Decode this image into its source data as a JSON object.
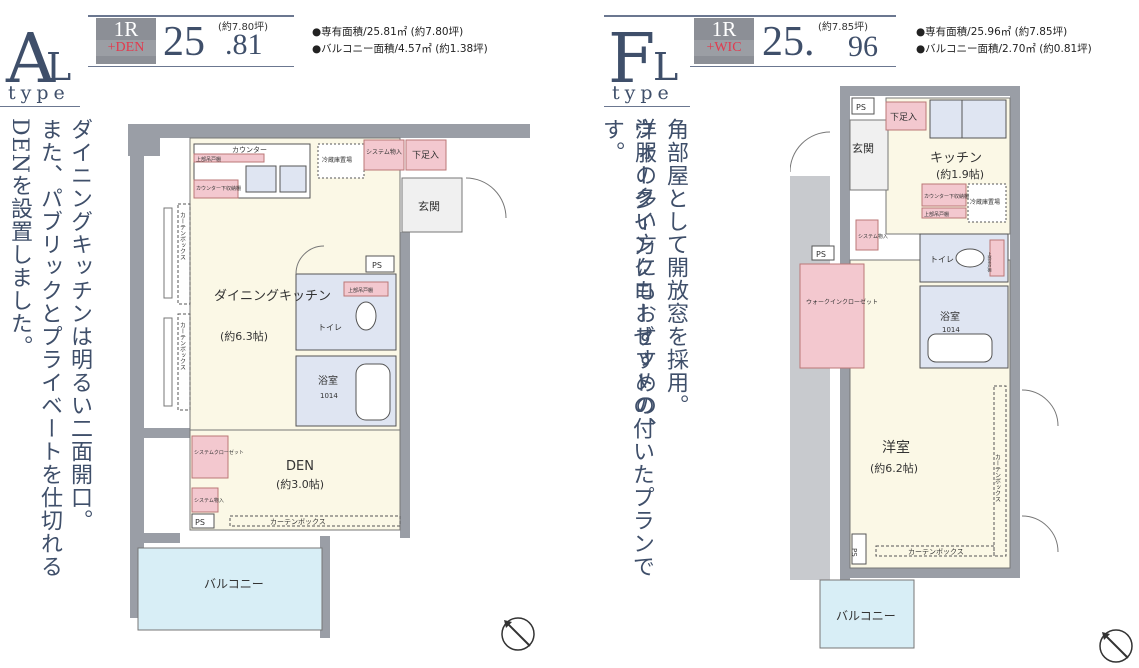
{
  "left": {
    "type_letter": "A",
    "type_suffix": "L",
    "type_word": "type",
    "badge_top": "1R",
    "badge_sub": "+DEN",
    "area_int": "25",
    "area_dec": ".81",
    "area_tsubo": "(約7.80坪)",
    "spec_1": "●専有面積/25.81㎡ (約7.80坪)",
    "spec_2": "●バルコニー面積/4.57㎡ (約1.38坪)",
    "desc_col1": "ダイニングキッチンは明るい二面開口。",
    "desc_col2": "また、パブリックとプライベートを仕切れる",
    "desc_col3": "DENを設置しました。",
    "labels": {
      "counter": "カウンター",
      "upper_cabinet": "上部吊戸棚",
      "counter_storage": "カウンター下収納棚",
      "fridge": "冷蔵庫置場",
      "system_storage": "システム物入",
      "shoe_storage": "下足入",
      "entrance": "玄関",
      "ps1": "PS",
      "dining_kitchen": "ダイニングキッチン",
      "dining_size": "(約6.3帖)",
      "curtain_box_v1": "カーテンボックス",
      "curtain_box_v2": "カーテンボックス",
      "toilet_upper": "上部吊戸棚",
      "toilet": "トイレ",
      "bath": "浴室",
      "bath_size": "1014",
      "system_closet": "システムクローゼット",
      "system_mono": "システム物入",
      "ps2": "PS",
      "den": "DEN",
      "den_size": "(約3.0帖)",
      "curtain_box_h": "カーテンボックス",
      "balcony": "バルコニー"
    }
  },
  "right": {
    "type_letter": "F",
    "type_suffix": "L",
    "type_word": "type",
    "badge_top": "1R",
    "badge_sub": "+WIC",
    "area_int": "25.",
    "area_dec": "96",
    "area_tsubo": "(約7.85坪)",
    "spec_1": "●専有面積/25.96㎡ (約7.85坪)",
    "spec_2": "●バルコニー面積/2.70㎡ (約0.81坪)",
    "desc_col1": "角部屋として開放窓を採用。",
    "desc_col2": "洋服の多い方にもおすすめの、",
    "desc_col3": "ウォークインクローゼットの付いたプランです。",
    "labels": {
      "ps1": "PS",
      "shoe_storage": "下足入",
      "entrance": "玄関",
      "kitchen": "キッチン",
      "kitchen_size": "(約1.9帖)",
      "counter_storage": "カウンター下収納棚",
      "upper_cabinet": "上部吊戸棚",
      "fridge": "冷蔵庫置場",
      "system_mono": "システム物入",
      "ps2": "PS",
      "toilet": "トイレ",
      "toilet_upper": "上部吊戸棚",
      "wic": "ウォークインクローゼット",
      "bath": "浴室",
      "bath_size": "1014",
      "western_room": "洋室",
      "western_size": "(約6.2帖)",
      "curtain_box_v": "カーテンボックス",
      "curtain_box_h": "カーテンボックス",
      "ps3": "PS",
      "balcony": "バルコニー"
    }
  },
  "colors": {
    "title": "#3f4f6a",
    "wall": "#9a9ea6",
    "floor": "#fbf8e6",
    "wet": "#dfe5f2",
    "storage": "#f3c8cf",
    "balcony": "#d8eef6",
    "badge": "#8c8f96",
    "accent_red": "#e23a4e"
  }
}
